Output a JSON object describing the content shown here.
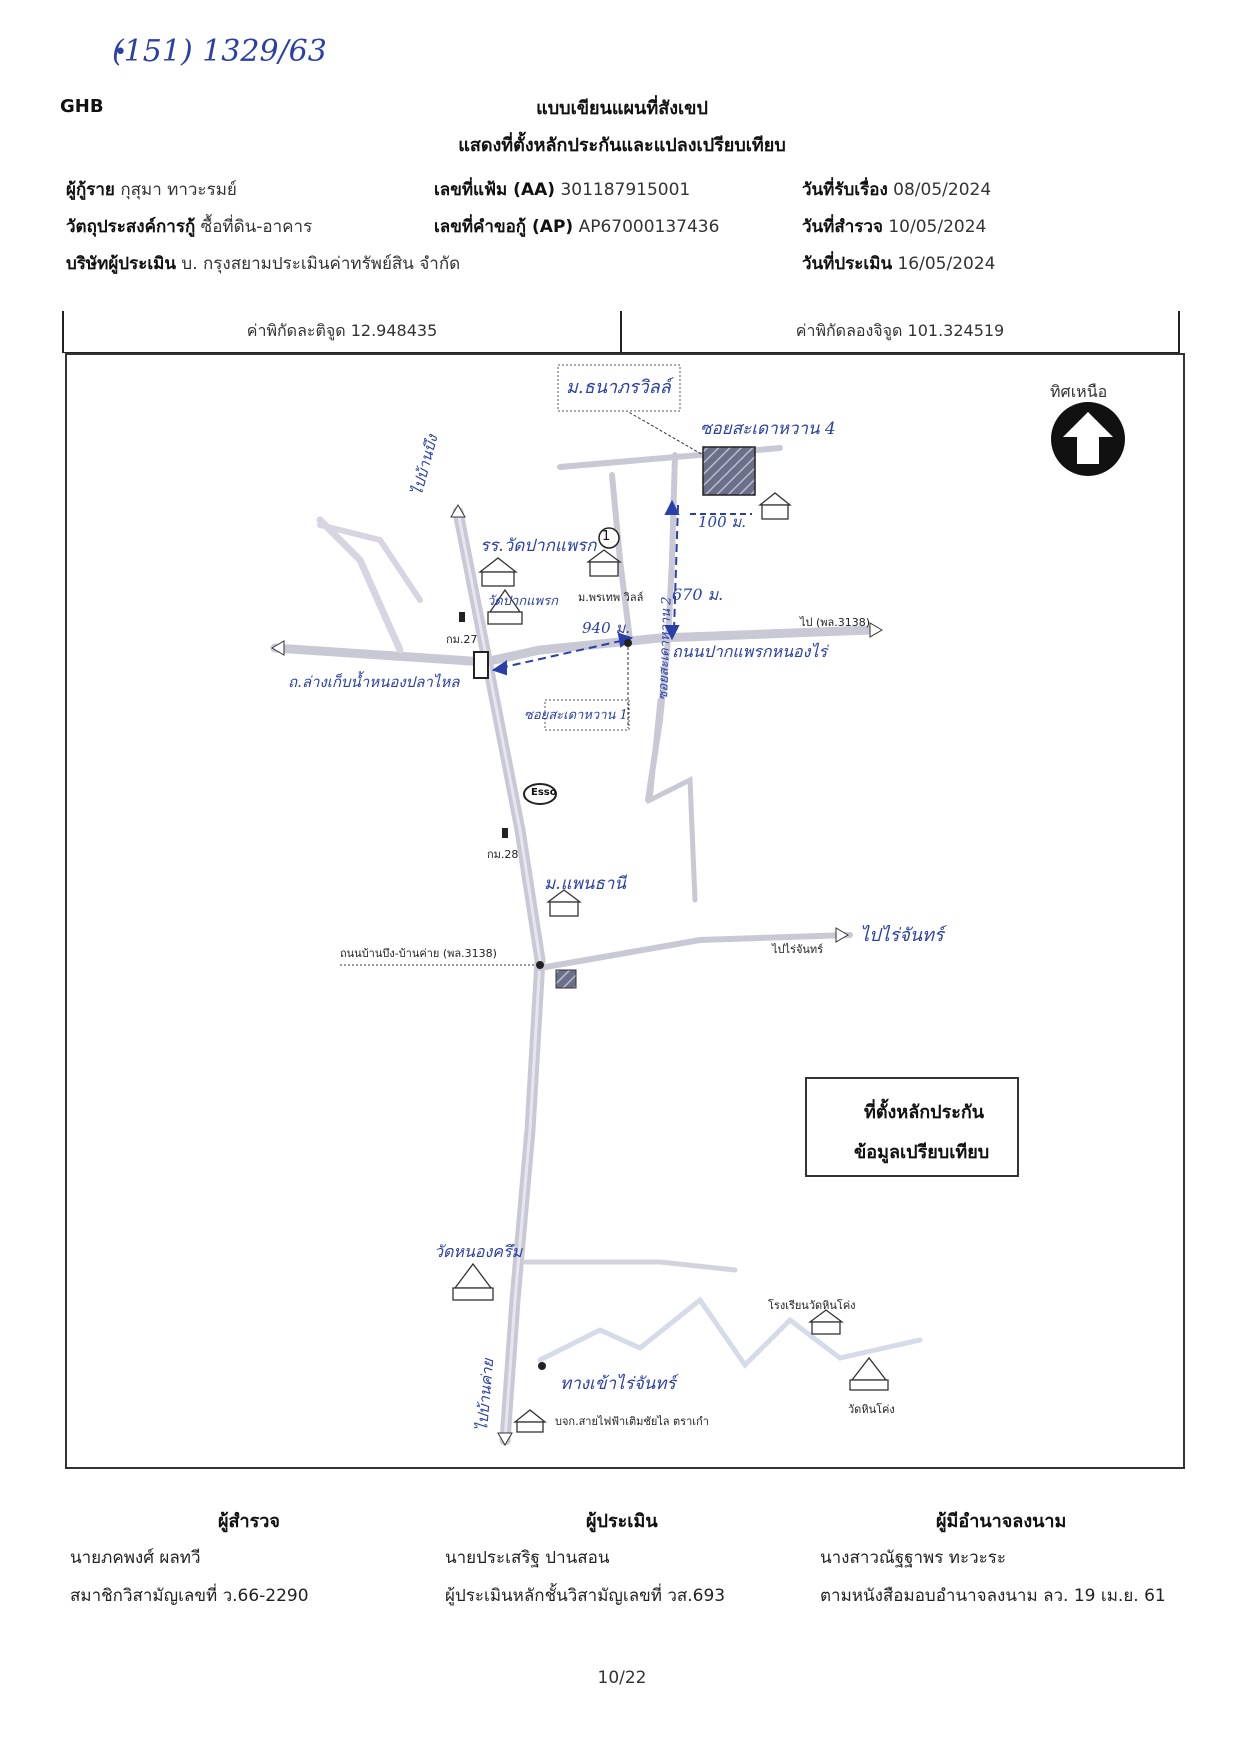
{
  "handwritten_note": "(151) 1329/63",
  "brand": "GHB",
  "title": {
    "line1": "แบบเขียนแผนที่สังเขป",
    "line2": "แสดงที่ตั้งหลักประกันและแปลงเปรียบเทียบ"
  },
  "info": {
    "borrower_label": "ผู้กู้ราย",
    "borrower_value": "กุสุมา ทาวะรมย์",
    "purpose_label": "วัตถุประสงค์การกู้",
    "purpose_value": "ซื้อที่ดิน-อาคาร",
    "company_label": "บริษัทผู้ประเมิน",
    "company_value": "บ. กรุงสยามประเมินค่าทรัพย์สิน จำกัด",
    "file_label": "เลขที่แฟ้ม (AA)",
    "file_value": "301187915001",
    "request_label": "เลขที่คำขอกู้ (AP)",
    "request_value": "AP67000137436",
    "received_label": "วันที่รับเรื่อง",
    "received_value": "08/05/2024",
    "survey_label": "วันที่สำรวจ",
    "survey_value": "10/05/2024",
    "appraisal_label": "วันที่ประเมิน",
    "appraisal_value": "16/05/2024"
  },
  "coords": {
    "lat_label": "ค่าพิกัดละติจูด",
    "lat_value": "12.948435",
    "lon_label": "ค่าพิกัดลองจิจูด",
    "lon_value": "101.324519"
  },
  "map": {
    "north_label": "ทิศเหนือ",
    "village_top": "ม.ธนาภรวิลล์",
    "soi_top": "ซอยสะเดาหวาน 4",
    "dist_100": "100 ม.",
    "dist_670": "670 ม.",
    "dist_940": "940 ม.",
    "school": "รร.วัดปากแพรก",
    "village_comp": "ม.พรเทพ วิลล์",
    "comp_number": "1",
    "temple_pakphraek": "วัดปากแพรก",
    "km27": "กม.27",
    "km28": "กม.28",
    "to_3138_top": "ไป (พล.3138)",
    "road_pakphraek": "ถนนปากแพรกหนองไร่",
    "to_left_road": "ถ.ล่างเก็บน้ำหนองปลาไหล",
    "to_banbueng": "ไปบ้านบึง",
    "soi_sadao1": "ซอยสะเดาหวาน 1",
    "soi_sadao2": "ซอยสะเดาหวาน 2",
    "esso": "Esso",
    "village_phanthanee": "ม.แพนธานี",
    "road_3138": "ถนนบ้านบึง-บ้านค่าย (พล.3138)",
    "to_rai_chan_print": "ไปไร่จันทร์",
    "to_rai_chan_hand": "ไปไร่จันทร์",
    "temple_nongkhro": "วัดหนองครึม",
    "school_bottom": "โรงเรียนวัดหินโค่ง",
    "temple_bottom": "วัดหินโค่ง",
    "farm": "ทางเข้าไร่จันทร์",
    "shop": "บจก.สายไฟฟ้าเติมชัยไล ตราเกำ",
    "to_bankhai": "ไปบ้านค่าย",
    "legend_collateral": "ที่ตั้งหลักประกัน",
    "legend_comparison": "ข้อมูลเปรียบเทียบ"
  },
  "footer": {
    "surveyor_title": "ผู้สำรวจ",
    "surveyor_name": "นายภคพงศ์ ผลทวี",
    "surveyor_id": "สมาชิกวิสามัญเลขที่ ว.66-2290",
    "appraiser_title": "ผู้ประเมิน",
    "appraiser_name": "นายประเสริฐ ปานสอน",
    "appraiser_id": "ผู้ประเมินหลักชั้นวิสามัญเลขที่ วส.693",
    "authorized_title": "ผู้มีอำนาจลงนาม",
    "authorized_name": "นางสาวณัฐฐาพร ทะวะระ",
    "authorized_note": "ตามหนังสือมอบอำนาจลงนาม ลว. 19 เม.ย. 61"
  },
  "page_number": "10/22",
  "colors": {
    "ink_blue": "#2a3fa8",
    "road": "#c9c9d6",
    "collateral_fill": "#6b6f8a"
  }
}
